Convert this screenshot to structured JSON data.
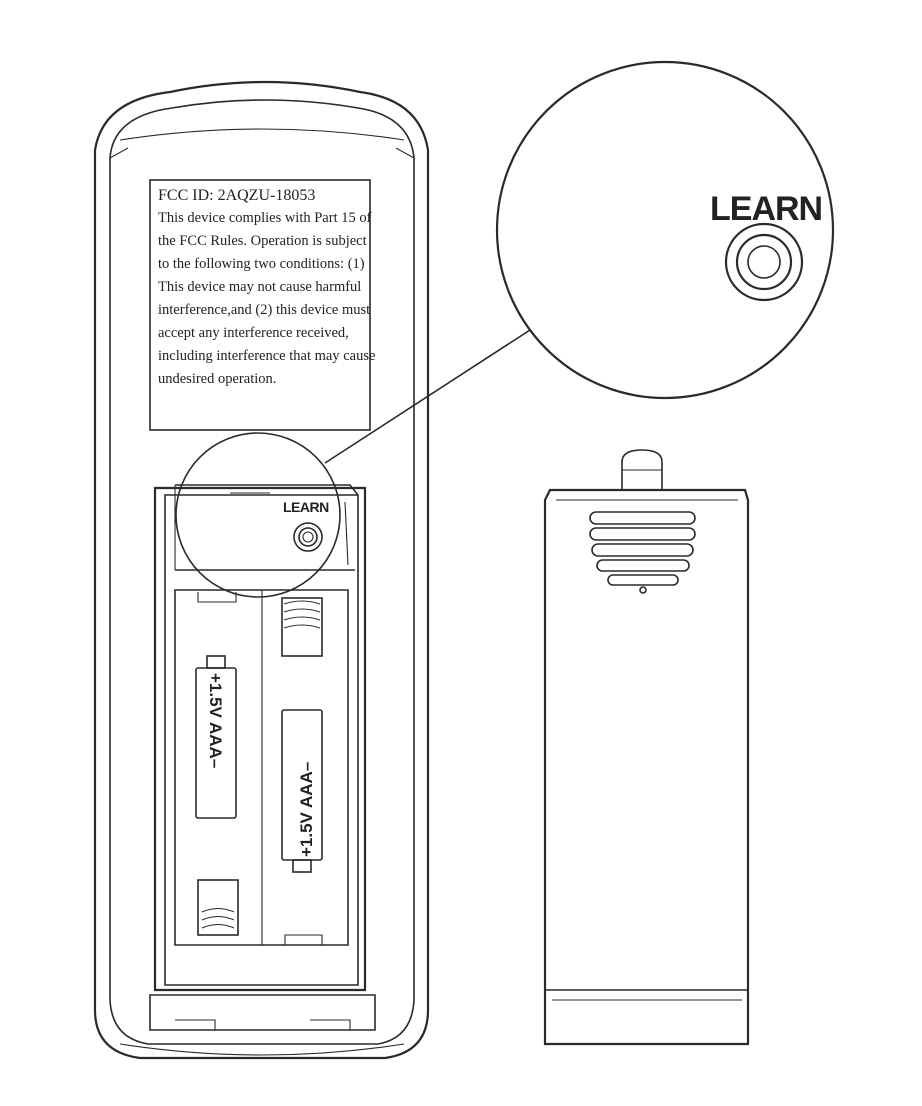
{
  "fcc_label": {
    "title": "FCC ID: 2AQZU-18053",
    "lines": [
      "This device complies with Part 15 of",
      "the FCC Rules. Operation is subject",
      "to the following two conditions: (1)",
      "This device may not cause harmful",
      "interference,and  (2) this device must",
      "accept any interference received,",
      "including interference that may cause",
      "undesired operation."
    ]
  },
  "learn_button": {
    "label_zoomed": "LEARN",
    "label_small": "LEARN"
  },
  "batteries": [
    {
      "label": "+1.5V  AAA–"
    },
    {
      "label": "+1.5V  AAA–"
    }
  ],
  "icons": {
    "learn_button": "learn-button-icon",
    "battery": "battery-icon",
    "spring": "spring-contact-icon",
    "grip": "grip-ridges-icon"
  },
  "colors": {
    "line": "#2a2a2a",
    "background": "#ffffff"
  }
}
